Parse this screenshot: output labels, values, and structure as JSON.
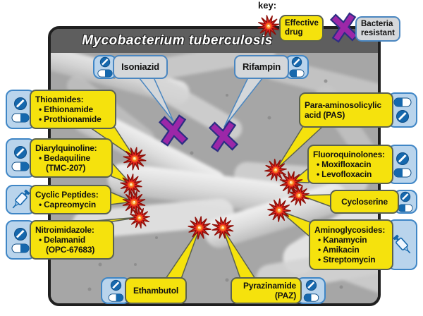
{
  "title": "Mycobacterium tuberculosis",
  "key": {
    "label": "key:",
    "effective_label": "Effective drug",
    "resistant_label": "Bacteria resistant"
  },
  "callouts": {
    "isoniazid": {
      "lines": [
        "Isoniazid"
      ]
    },
    "rifampin": {
      "lines": [
        "Rifampin"
      ]
    },
    "thioamides": {
      "lines": [
        "Thioamides:",
        "• Ethionamide",
        "• Prothionamide"
      ]
    },
    "diarylquinoline": {
      "lines": [
        "Diarylquinoline:",
        "• Bedaquiline",
        "(TMC-207)"
      ]
    },
    "cyclic_peptides": {
      "lines": [
        "Cyclic Peptides:",
        "• Capreomycin"
      ]
    },
    "nitroimidazole": {
      "lines": [
        "Nitroimidazole:",
        "• Delamanid",
        "(OPC-67683)"
      ]
    },
    "pas": {
      "lines": [
        "Para-aminosolicylic",
        "acid (PAS)"
      ]
    },
    "fluoroquinolones": {
      "lines": [
        "Fluoroquinolones:",
        "• Moxifloxacin",
        "• Levofloxacin"
      ]
    },
    "cycloserine": {
      "lines": [
        "Cycloserine"
      ]
    },
    "aminoglycosides": {
      "lines": [
        "Aminoglycosides:",
        "• Kanamycin",
        "• Amikacin",
        "• Streptomycin"
      ]
    },
    "ethambutol": {
      "lines": [
        "Ethambutol"
      ]
    },
    "pyrazinamide": {
      "lines": [
        "Pyrazinamide",
        "(PAZ)"
      ]
    }
  },
  "colors": {
    "label_yellow": "#f5e20d",
    "label_gray": "#d4d7da",
    "icon_box_blue": "#b9d4ec",
    "icon_box_border": "#3f86c6",
    "pill_blue": "#1668ad",
    "effective_red": "#e6261f",
    "resistant_purple": "#9c27a8",
    "title_bar_gray": "#5e5e5e",
    "panel_border": "#1f1f1f"
  }
}
